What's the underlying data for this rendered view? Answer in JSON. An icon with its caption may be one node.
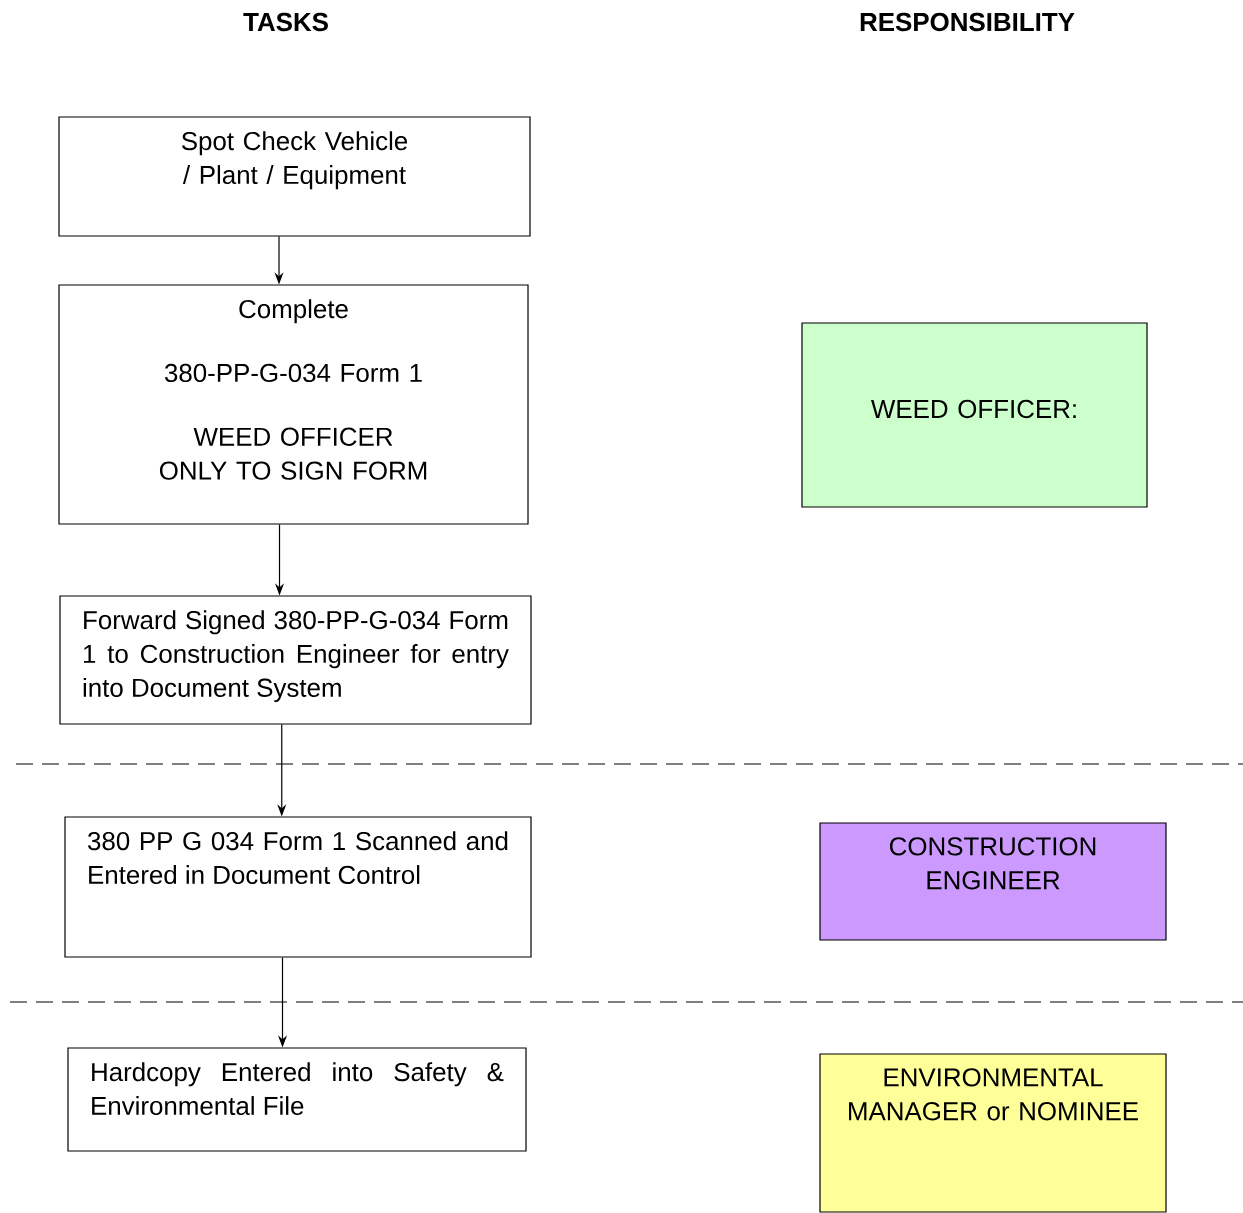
{
  "diagram": {
    "nodes": [
      {
        "text": [
          "Spot Check Vehicle / Plant / Equipment"
        ]
      },
      {
        "text": [
          "Complete",
          "380-PP-G-034 Form 1",
          "WEED OFFICER ONLY TO SIGN FORM"
        ]
      },
      {
        "text": [
          "Forward Signed 380-PP-G-034 Form 1 to Construction Engineer for entry into Document System"
        ]
      },
      {
        "text": [
          "380 PP G 034 Form 1 Scanned and Entered in Document Control"
        ]
      },
      {
        "text": [
          "Hardcopy Entered into Safety & Environmental File"
        ]
      },
      {
        "text": [
          "WEED OFFICER:"
        ]
      },
      {
        "text": [
          "CONSTRUCTION ENGINEER"
        ]
      },
      {
        "text": [
          "ENVIRONMENTAL MANAGER or NOMINEE"
        ]
      }
    ],
    "edges": [
      {
        "from": 0,
        "to": 1,
        "arrow": "to"
      },
      {
        "from": 1,
        "to": 2,
        "arrow": "to"
      },
      {
        "from": 2,
        "to": 3,
        "arrow": "to"
      },
      {
        "from": 3,
        "to": 4,
        "arrow": "to"
      }
    ],
    "labels": [
      "TASKS",
      "RESPONSIBILITY"
    ]
  }
}
